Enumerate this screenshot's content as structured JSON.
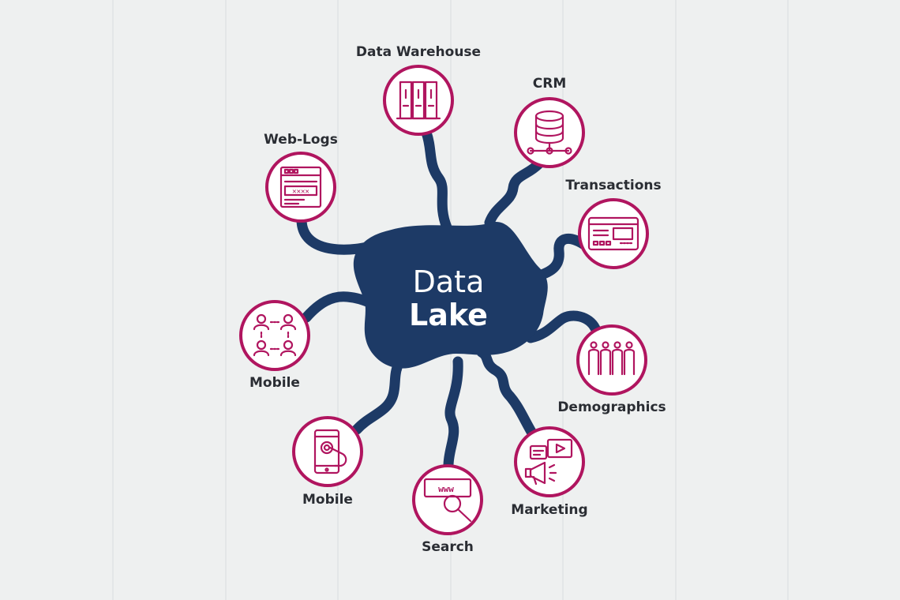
{
  "colors": {
    "background": "#eef0f0",
    "lake": "#1d3a66",
    "accent": "#b0155f",
    "text": "#2a2d33"
  },
  "center": {
    "title_line1": "Data",
    "title_line2": "Lake"
  },
  "sources": [
    {
      "id": "data-warehouse",
      "label": "Data Warehouse",
      "icon": "server-rack-icon"
    },
    {
      "id": "crm",
      "label": "CRM",
      "icon": "database-network-icon"
    },
    {
      "id": "web-logs",
      "label": "Web-Logs",
      "icon": "browser-password-icon"
    },
    {
      "id": "transactions",
      "label": "Transactions",
      "icon": "payment-terminal-icon"
    },
    {
      "id": "mobile-left",
      "label": "Mobile",
      "icon": "people-network-icon"
    },
    {
      "id": "demographics",
      "label": "Demographics",
      "icon": "population-icon"
    },
    {
      "id": "mobile-bottom",
      "label": "Mobile",
      "icon": "smartphone-touch-icon"
    },
    {
      "id": "search",
      "label": "Search",
      "icon": "www-search-icon"
    },
    {
      "id": "marketing",
      "label": "Marketing",
      "icon": "megaphone-video-icon"
    }
  ]
}
